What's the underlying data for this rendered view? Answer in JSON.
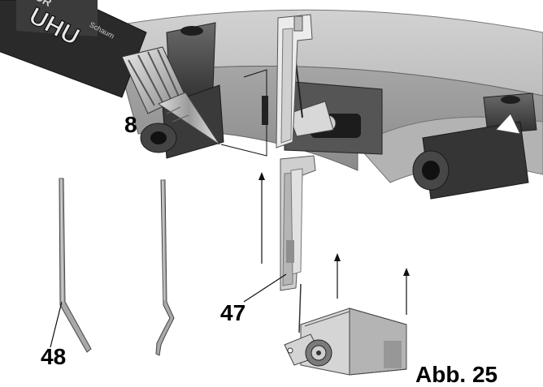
{
  "figure": {
    "caption": "Abb. 25",
    "callouts": {
      "glue_tube": "8",
      "servo_arm_bracket": "47",
      "push_rod": "48"
    },
    "tube_label_text": {
      "brand": "UHU",
      "line2": "POR",
      "line3": "Schaum"
    }
  }
}
